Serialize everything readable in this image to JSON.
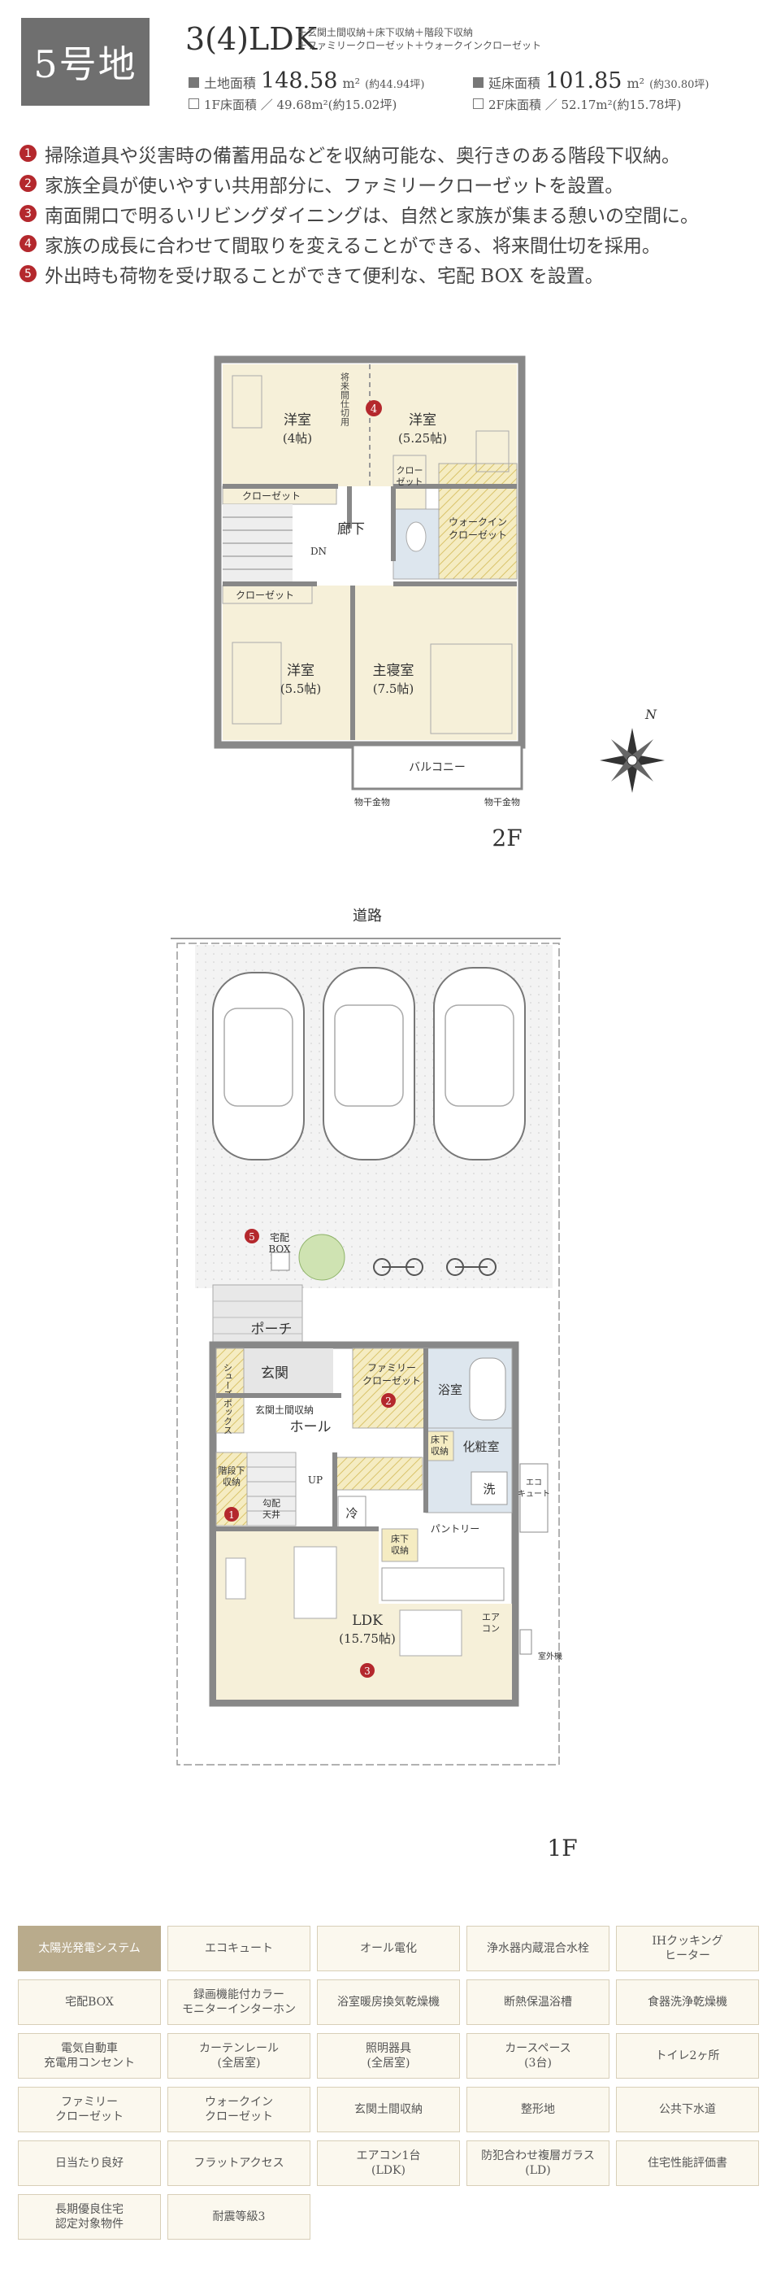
{
  "header": {
    "lot": "5号地",
    "plan_type": "3(4)LDK",
    "plan_note_1": "＋玄関土間収納＋床下収納＋階段下収納",
    "plan_note_2": "＋ファミリークローゼット＋ウォークインクローゼット",
    "land_area_label": "土地面積",
    "land_area_value": "148.58",
    "land_area_unit": "m²",
    "land_area_tsubo": "(約44.94坪)",
    "floor_area_label": "延床面積",
    "floor_area_value": "101.85",
    "floor_area_unit": "m²",
    "floor_area_tsubo": "(約30.80坪)",
    "f1_area": "1F床面積 ／ 49.68m²(約15.02坪)",
    "f2_area": "2F床面積 ／ 52.17m²(約15.78坪)"
  },
  "features": [
    {
      "num": "1",
      "text": "掃除道具や災害時の備蓄用品などを収納可能な、奥行きのある階段下収納。"
    },
    {
      "num": "2",
      "text": "家族全員が使いやすい共用部分に、ファミリークローゼットを設置。"
    },
    {
      "num": "3",
      "text": "南面開口で明るいリビングダイニングは、自然と家族が集まる憩いの空間に。"
    },
    {
      "num": "4",
      "text": "家族の成長に合わせて間取りを変えることができる、将来間仕切を採用。"
    },
    {
      "num": "5",
      "text": "外出時も荷物を受け取ることができて便利な、宅配 BOX を設置。"
    }
  ],
  "floor2": {
    "label": "2F",
    "rooms": {
      "west_room_a": "洋室",
      "west_room_a_size": "(4帖)",
      "west_room_b": "洋室",
      "west_room_b_size": "(5.25帖)",
      "future_partition": "将来間仕切用",
      "closet_a": "クローゼット",
      "closet_b": "クロー",
      "closet_b2": "ゼット",
      "wic": "ウォークイン",
      "wic2": "クローゼット",
      "hall": "廊下",
      "dn": "DN",
      "closet_c": "クローゼット",
      "west_room_c": "洋室",
      "west_room_c_size": "(5.5帖)",
      "master": "主寝室",
      "master_size": "(7.5帖)",
      "balcony": "バルコニー",
      "dry_1": "物干金物",
      "dry_2": "物干金物",
      "marker": "4"
    },
    "compass": "N"
  },
  "floor1": {
    "label": "1F",
    "road": "道路",
    "rooms": {
      "box_num": "5",
      "box_1": "宅配",
      "box_2": "BOX",
      "porch": "ポーチ",
      "entrance": "玄関",
      "shoes": "シューズボックス",
      "family_closet": "ファミリー",
      "family_closet2": "クローゼット",
      "fc_num": "2",
      "bath": "浴室",
      "entry_storage": "玄関土間収納",
      "hall": "ホール",
      "floor_storage": "床下",
      "floor_storage2": "収納",
      "washroom": "化粧室",
      "wash": "洗",
      "ecocute_1": "エコ",
      "ecocute_2": "キュート",
      "stair_storage": "階段下",
      "stair_storage2": "収納",
      "ss_num": "1",
      "up": "UP",
      "ceiling_1": "勾配",
      "ceiling_2": "天井",
      "fridge": "冷",
      "floor_storage_b": "床下",
      "floor_storage_b2": "収納",
      "pantry": "パントリー",
      "ldk": "LDK",
      "ldk_size": "(15.75帖)",
      "ldk_num": "3",
      "aircon_1": "エア",
      "aircon_2": "コン",
      "outdoor": "室外機"
    }
  },
  "equipment": [
    {
      "label": "太陽光発電システム",
      "active": true
    },
    {
      "label": "エコキュート",
      "active": false
    },
    {
      "label": "オール電化",
      "active": false
    },
    {
      "label": "浄水器内蔵混合水栓",
      "active": false
    },
    {
      "label": "IHクッキング\nヒーター",
      "active": false
    },
    {
      "label": "宅配BOX",
      "active": false
    },
    {
      "label": "録画機能付カラー\nモニターインターホン",
      "active": false
    },
    {
      "label": "浴室暖房換気乾燥機",
      "active": false
    },
    {
      "label": "断熱保温浴槽",
      "active": false
    },
    {
      "label": "食器洗浄乾燥機",
      "active": false
    },
    {
      "label": "電気自動車\n充電用コンセント",
      "active": false
    },
    {
      "label": "カーテンレール\n(全居室)",
      "active": false
    },
    {
      "label": "照明器具\n(全居室)",
      "active": false
    },
    {
      "label": "カースペース\n(3台)",
      "active": false
    },
    {
      "label": "トイレ2ヶ所",
      "active": false
    },
    {
      "label": "ファミリー\nクローゼット",
      "active": false
    },
    {
      "label": "ウォークイン\nクローゼット",
      "active": false
    },
    {
      "label": "玄関土間収納",
      "active": false
    },
    {
      "label": "整形地",
      "active": false
    },
    {
      "label": "公共下水道",
      "active": false
    },
    {
      "label": "日当たり良好",
      "active": false
    },
    {
      "label": "フラットアクセス",
      "active": false
    },
    {
      "label": "エアコン1台\n(LDK)",
      "active": false
    },
    {
      "label": "防犯合わせ複層ガラス\n(LD)",
      "active": false
    },
    {
      "label": "住宅性能評価書",
      "active": false
    },
    {
      "label": "長期優良住宅\n認定対象物件",
      "active": false
    },
    {
      "label": "耐震等級3",
      "active": false
    }
  ],
  "colors": {
    "badge": "#6f6f6f",
    "accent_red": "#b4282d",
    "room_cream": "#f6f0d9",
    "wet_blue": "#dde6ee",
    "storage_hatch": "#efe2a8",
    "cell_bg": "#fbf8ee",
    "cell_active": "#b9ab8c"
  }
}
